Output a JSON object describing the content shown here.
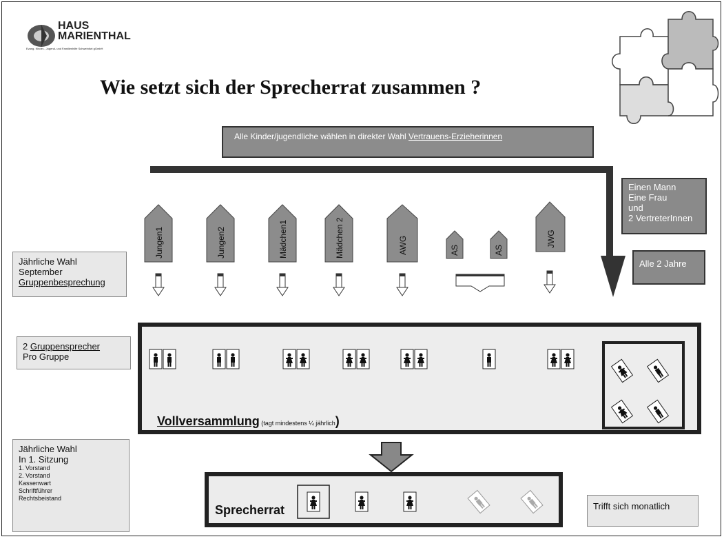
{
  "logo": {
    "line1": "HAUS",
    "line2": "MARIENTHAL",
    "tagline": "Evang. Kinder-, Jugend- und Familienhilfe Schweinfurt gGmbH"
  },
  "title": "Wie setzt sich der Sprecherrat zusammen ?",
  "top_box": {
    "text": "Alle Kinder/jugendliche wählen in direkter Wahl ",
    "link": "Vertrauens-Erzieherinnen"
  },
  "right_box1": {
    "lines": [
      "Einen Mann",
      "Eine Frau",
      "und",
      "2 VertreterInnen"
    ]
  },
  "right_box2": {
    "text": "Alle 2 Jahre"
  },
  "left_box1": {
    "line1": "Jährliche Wahl",
    "line2": "September",
    "line3": "Gruppenbesprechung"
  },
  "left_box2": {
    "line1_prefix": "2 ",
    "line1_link": "Gruppensprecher",
    "line2": "Pro Gruppe"
  },
  "left_box3": {
    "line1": "Jährliche Wahl",
    "line2": "In 1. Sitzung",
    "items": [
      "1. Vorstand",
      "2. Vorstand",
      "Kassenwart",
      "Schriftführer",
      "Rechtsbeistand"
    ]
  },
  "groups": [
    "Jungen1",
    "Jungen2",
    "Mädchen1",
    "Mädchen 2",
    "AWG",
    "AS",
    "AS",
    "JWG"
  ],
  "vollversammlung": {
    "name": "Vollversammlung",
    "note": " (tagt mindestens ¼ jährlich",
    "close": ")"
  },
  "sprecherrat": {
    "name": "Sprecherrat"
  },
  "right_box3": {
    "text": "Trifft sich monatlich"
  },
  "colors": {
    "dark_box": "#8a8a8a",
    "light_box": "#e8e8e8",
    "arrow": "#333333",
    "house": "#8c8c8c"
  }
}
